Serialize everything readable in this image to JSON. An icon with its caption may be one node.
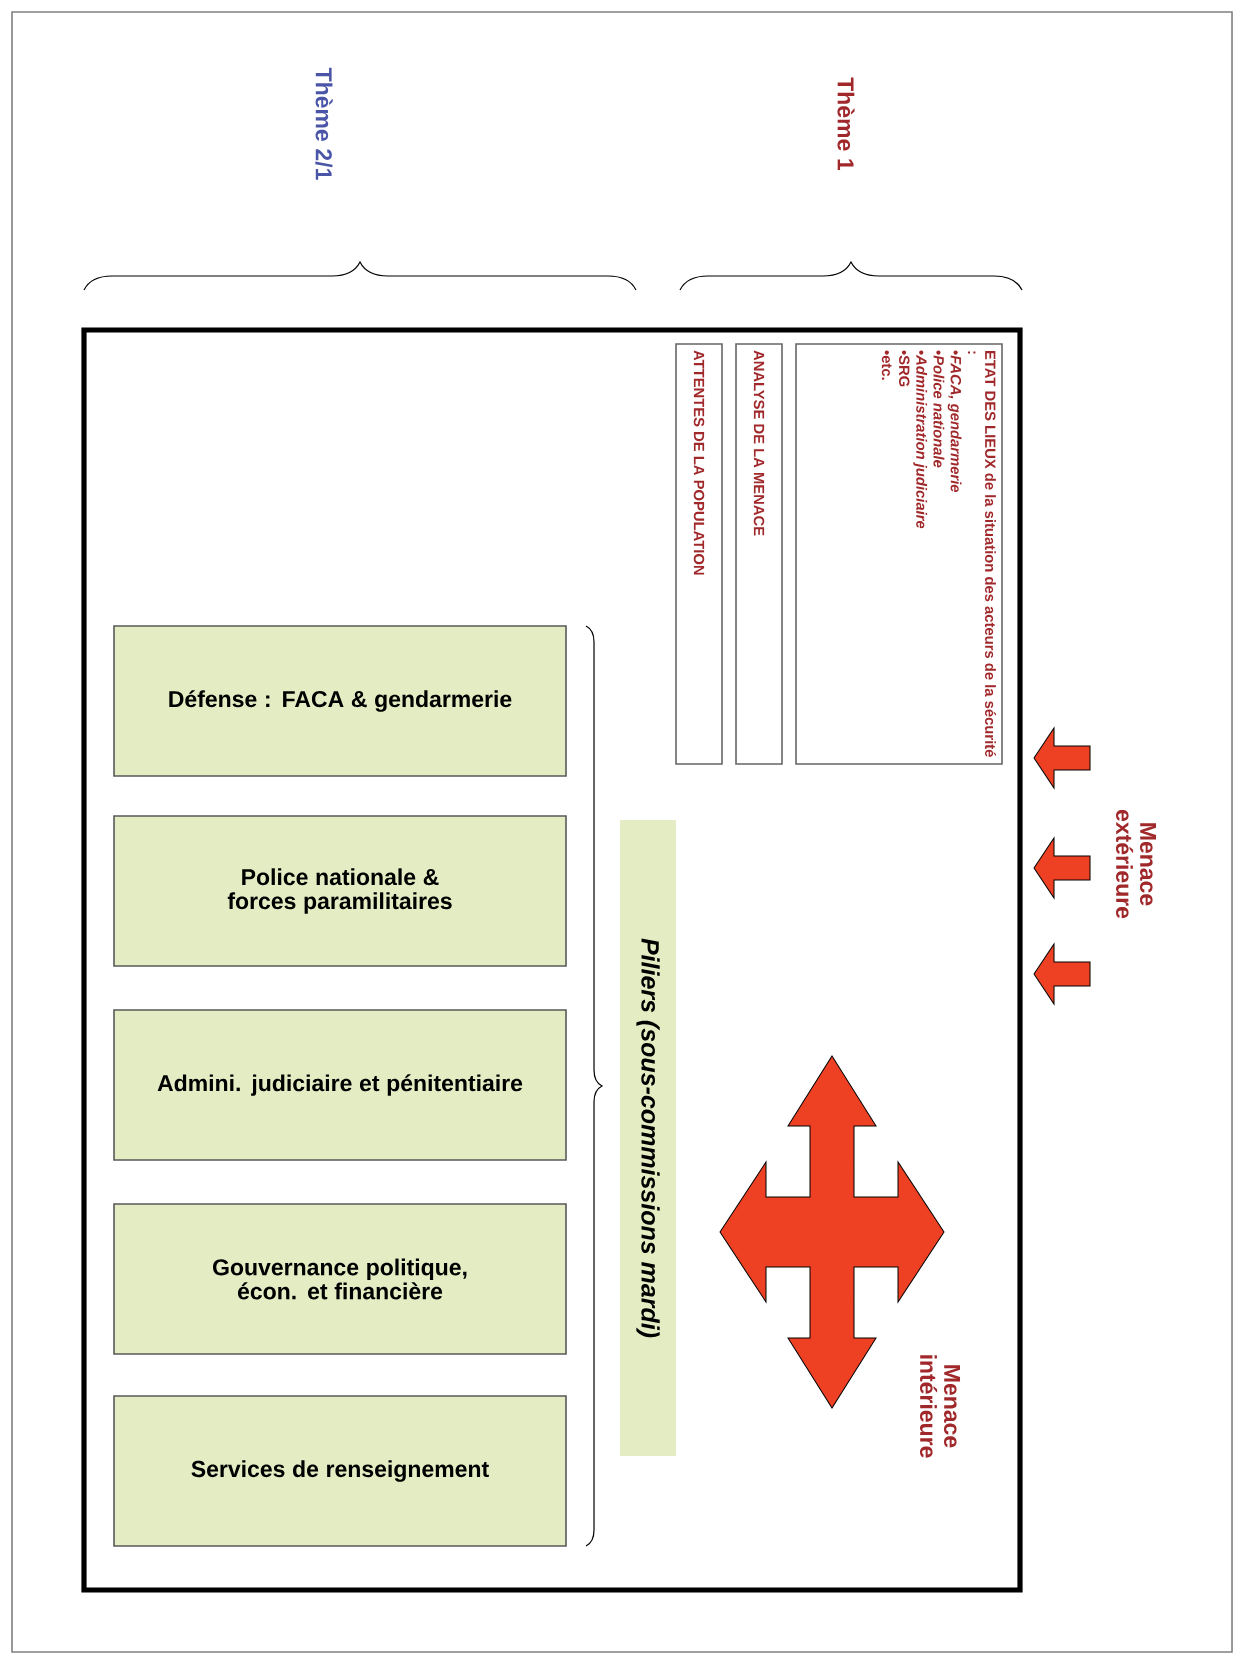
{
  "diagram": {
    "nodes": [
      {
        "text": [
          "ETAT DES LIEUX de la situation des acteurs de la sécurité :",
          "•*FACA, gendarmerie*",
          "•*Police nationale*",
          "•*Administration judiciaire*",
          "•SRG",
          "•etc."
        ]
      },
      {
        "text": [
          "ANALYSE DE LA MENACE"
        ]
      },
      {
        "text": [
          "ATTENTES DE LA POPULATION"
        ]
      },
      {
        "text": [
          "Piliers (sous-commissions mardi)"
        ]
      },
      {
        "text": [
          "Défense : FACA & gendarmerie"
        ]
      },
      {
        "text": [
          "Police nationale & forces paramilitaires"
        ]
      },
      {
        "text": [
          "Admini. judiciaire et pénitentiaire"
        ]
      },
      {
        "text": [
          "Gouvernance politique, écon. et financière"
        ]
      },
      {
        "text": [
          "Services de renseignement"
        ]
      }
    ],
    "labels": [
      "Thème 2/1",
      "Thème 1",
      "Menace extérieure",
      "Menace intérieure"
    ]
  }
}
